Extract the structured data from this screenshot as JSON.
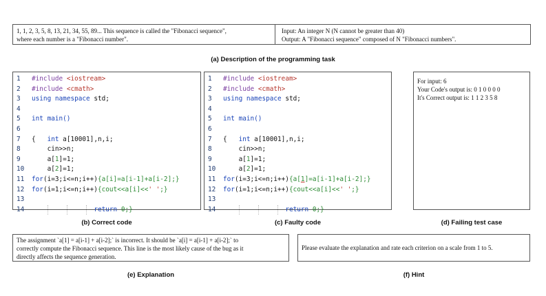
{
  "task": {
    "left_lines": [
      "1, 1, 2, 3, 5, 8, 13, 21, 34, 55, 89... This sequence is called the \"Fibonacci sequence\",",
      "where each number is a \"Fibonacci number\"."
    ],
    "right_lines": [
      "Input:  An integer N (N cannot be greater than 40)",
      "Output:  A \"Fibonacci sequence\" composed of N \"Fibonacci numbers\"."
    ],
    "caption": "(a) Description of the programming task"
  },
  "correct_code": {
    "caption": "(b)  Correct code",
    "line_numbers": [
      "1",
      "2",
      "3",
      "4",
      "5",
      "6",
      "7",
      "8",
      "9",
      "10",
      "11",
      "12",
      "13",
      "14"
    ]
  },
  "faulty_code": {
    "caption": "(c) Faulty code",
    "line_numbers": [
      "1",
      "2",
      "3",
      "4",
      "5",
      "6",
      "7",
      "8",
      "9",
      "10",
      "11",
      "12",
      "13",
      "14"
    ]
  },
  "code_tokens": {
    "include": "#include",
    "iostream": "<iostream>",
    "cmath": "<cmath>",
    "using": "using",
    "namespace": "namespace",
    "std": " std;",
    "int": "int",
    "main": " main()",
    "brace_open": "{",
    "decl": " a[10001],n,i;",
    "cin": "cin>>n;",
    "a1_a": "a[",
    "a1_b": "1",
    "a1_c": "]=1;",
    "a2_a": "a[",
    "a2_b": "2",
    "a2_c": "]=1;",
    "for": "for",
    "loop1_head": "(i=3;i<=n;i++)",
    "loop1_body_correct": "{a[i]=a[i-1]+a[i-2];}",
    "loop1_body_faulty_a": "{a[",
    "loop1_body_faulty_b": "1",
    "loop1_body_faulty_c": "]=a[i-1]+a[i-2];}",
    "loop2_head": "(i=1;i<=n;i++)",
    "loop2_body_a": "{cout<<a[i]<<",
    "loop2_str": "' '",
    "loop2_body_b": ";}",
    "return": "return",
    "zero": " 0;}"
  },
  "failing_test": {
    "caption": "(d) Failing test case",
    "lines": [
      "For input: 6",
      "Your Code's output is: 0 1 0 0 0 0",
      "It's Correct output is: 1 1 2 3 5 8"
    ]
  },
  "explanation": {
    "caption": "(e) Explanation",
    "lines": [
      "The assignment `a[1] = a[i-1] + a[i-2];` is incorrect. It should be `a[i] = a[i-1] + a[i-2];` to",
      "correctly compute the Fibonacci sequence. This line is the most likely cause of the bug as it",
      "directly affects the sequence generation."
    ]
  },
  "hint": {
    "caption": "(f) Hint",
    "text": "Please evaluate the explanation and rate each criterion on a scale from 1 to 5."
  },
  "colors": {
    "keyword": "#1a44b8",
    "preprocessor": "#7b3fa0",
    "string": "#b5352c",
    "number": "#2c8a33",
    "border": "#555555"
  }
}
